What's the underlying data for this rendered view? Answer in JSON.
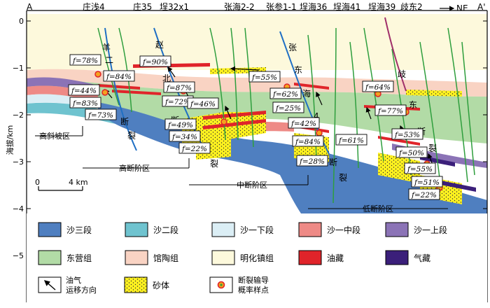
{
  "section": {
    "left_end": "A",
    "right_end": "A'",
    "direction": "NE"
  },
  "axis": {
    "ylabel": "海拔/km",
    "ticks": [
      "0",
      "−1",
      "−2",
      "−3",
      "−4",
      "−5"
    ],
    "scale_start": "0",
    "scale_end": "4 km"
  },
  "wells": [
    "庄浅4",
    "庄35",
    "埕32x1",
    "张海2-2",
    "张参1-1",
    "埕海36",
    "埕海41",
    "埕海39",
    "歧东2"
  ],
  "fault_names": {
    "yang": [
      "羊",
      "二"
    ],
    "zhao": [
      "赵",
      "北"
    ],
    "zhaodong": [
      "张",
      "东"
    ],
    "zhaohai": [
      "海",
      "4"
    ],
    "qidong": [
      "歧",
      "东"
    ],
    "duan": "断",
    "lie": "裂"
  },
  "zones": {
    "slope": "高斜坡区",
    "high_step": "高断阶区",
    "mid_step": "中断阶区",
    "low_step": "低断阶区"
  },
  "f_labels": [
    "f=78%",
    "f=84%",
    "f=44%",
    "f=83%",
    "f=73%",
    "f=90%",
    "f=87%",
    "f=72%",
    "f=46%",
    "f=49%",
    "f=34%",
    "f=22%",
    "f=55%",
    "f=62%",
    "f=25%",
    "f=42%",
    "f=84%",
    "f=28%",
    "f=61%",
    "f=64%",
    "f=77%",
    "f=53%",
    "f=50%",
    "f=55%",
    "f=51%",
    "f=22%"
  ],
  "legend": {
    "row1": [
      "沙三段",
      "沙二段",
      "沙一下段",
      "沙一中段",
      "沙一上段"
    ],
    "row2": [
      "东营组",
      "馆陶组",
      "明化镇组",
      "油藏",
      "气藏"
    ],
    "arrow_line1": "油气",
    "arrow_line2": "运移方向",
    "sand": "砂体",
    "sample_line1": "断裂输导",
    "sample_line2": "概率样点"
  },
  "colors": {
    "s3": "#4f7fc0",
    "s2": "#6fc3cf",
    "s1x": "#dbeef5",
    "s1z": "#ee8a86",
    "s1s": "#8b73b6",
    "dy": "#b2dba6",
    "gt": "#f9d3c3",
    "mh": "#fdf9dc",
    "oil": "#e0242a",
    "gas": "#3b1f7a",
    "sand": "#fff21f",
    "fault": "#2e9e3d",
    "main_fault": "#1f6fc4",
    "qidong_fault": "#a0306a"
  }
}
